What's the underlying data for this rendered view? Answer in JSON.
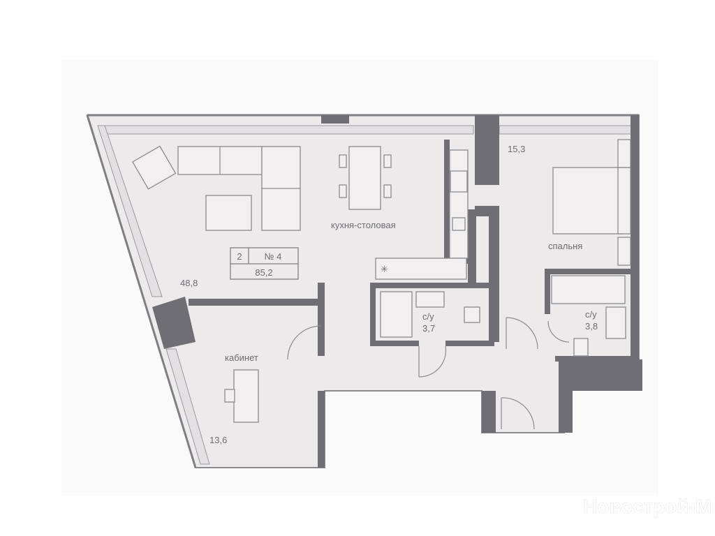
{
  "plan": {
    "rooms_count": "2",
    "apartment_number": "№ 4",
    "total_area": "85,2",
    "rooms": [
      {
        "name": "",
        "area": "48,8"
      },
      {
        "name": "кухня-столовая",
        "area": ""
      },
      {
        "name": "спальня",
        "area": "15,3"
      },
      {
        "name": "с/у",
        "area": "3,7"
      },
      {
        "name": "с/у",
        "area": "3,8"
      },
      {
        "name": "кабинет",
        "area": "13,6"
      }
    ]
  },
  "watermark": "Новострой-М",
  "colors": {
    "floor": "#ecEAEB",
    "wall": "#6f6e72",
    "line": "#8b8a8e"
  }
}
